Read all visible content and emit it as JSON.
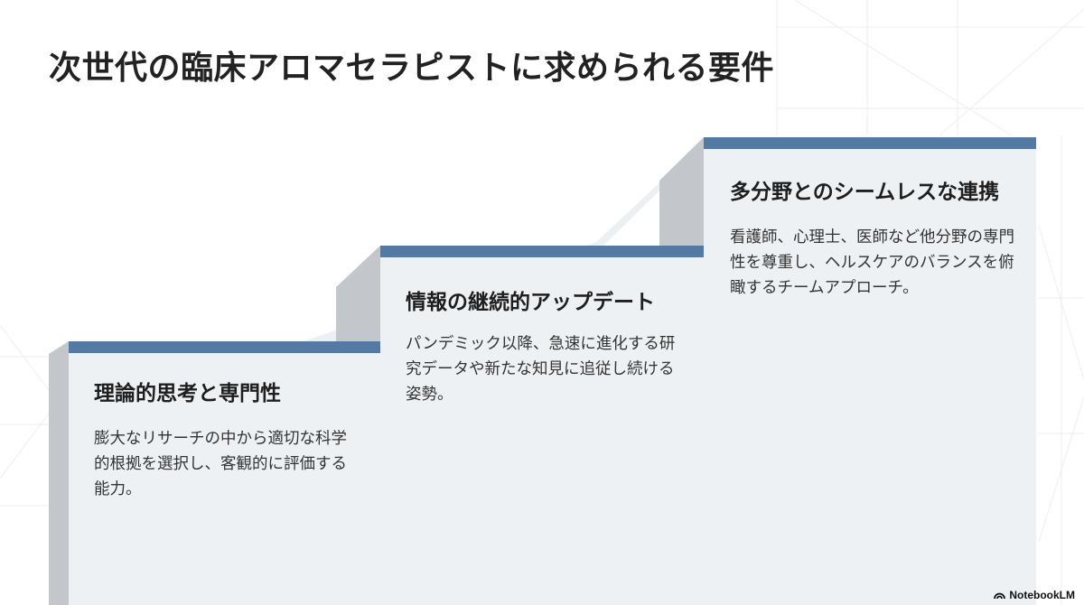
{
  "title": "次世代の臨床アロマセラピストに求められる要件",
  "steps": [
    {
      "title": "理論的思考と専門性",
      "desc": "膨大なリサーチの中から適切な科学的根拠を選択し、客観的に評価する能力。"
    },
    {
      "title": "情報の継続的アップデート",
      "desc": "パンデミック以降、急速に進化する研究データや新たな知見に追従し続ける姿勢。"
    },
    {
      "title": "多分野とのシームレスな連携",
      "desc": "看護師、心理士、医師など他分野の専門性を尊重し、ヘルスケアのバランスを俯瞰するチームアプローチ。"
    }
  ],
  "brand": "NotebookLM",
  "colors": {
    "bar": "#5479a2",
    "face": "#eef1f4",
    "side": "#c3c7cc",
    "shadow": "#e2e6ea"
  }
}
